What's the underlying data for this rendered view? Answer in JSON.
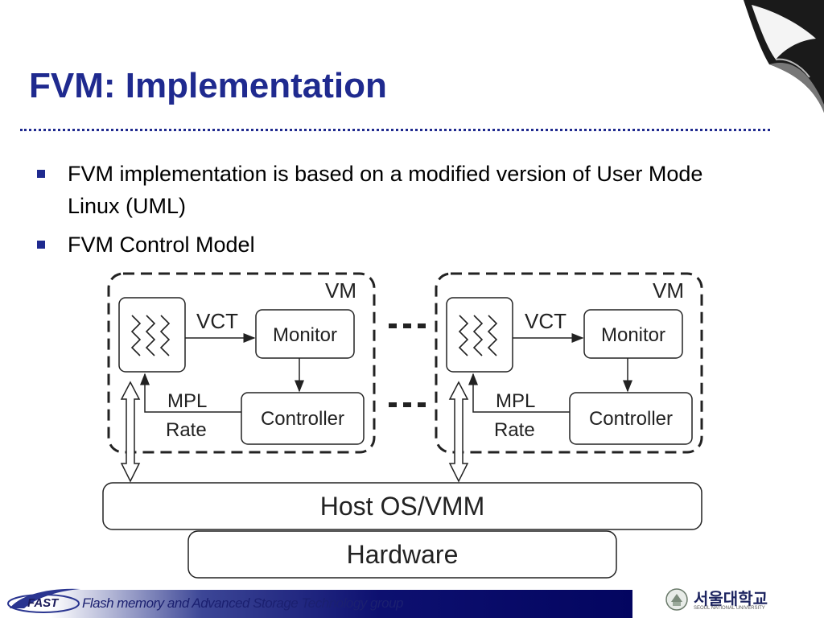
{
  "slide": {
    "title": "FVM: Implementation",
    "bullets": [
      "FVM implementation is based on a modified version of User Mode Linux (UML)",
      "FVM Control Model"
    ]
  },
  "diagram": {
    "vm_left": {
      "label": "VM",
      "vct": "VCT",
      "monitor": "Monitor",
      "controller": "Controller",
      "mpl": "MPL",
      "rate": "Rate"
    },
    "vm_right": {
      "label": "VM",
      "vct": "VCT",
      "monitor": "Monitor",
      "controller": "Controller",
      "mpl": "MPL",
      "rate": "Rate"
    },
    "host": "Host OS/VMM",
    "hardware": "Hardware"
  },
  "footer": {
    "logo_text": "FAST",
    "group_text": "Flash memory and Advanced Storage Technology group",
    "university_kr": "서울대학교",
    "university_en": "SEOUL NATIONAL UNIVERSITY"
  },
  "colors": {
    "title": "#1f2a8f",
    "footer_dark": "#030560"
  }
}
